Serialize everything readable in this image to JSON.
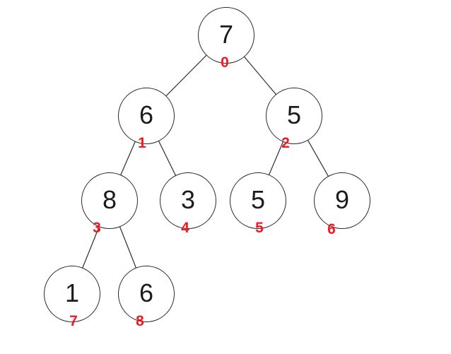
{
  "tree": {
    "type": "binary-tree-diagram",
    "background_color": "#ffffff",
    "node_fill_color": "#ffffff",
    "node_stroke_color": "#2b2b2b",
    "value_color": "#1c1c1c",
    "index_color": "#ed1c24",
    "nodes": [
      {
        "value": "7",
        "index": "0"
      },
      {
        "value": "6",
        "index": "1"
      },
      {
        "value": "5",
        "index": "2"
      },
      {
        "value": "8",
        "index": "3"
      },
      {
        "value": "3",
        "index": "4"
      },
      {
        "value": "5",
        "index": "5"
      },
      {
        "value": "9",
        "index": "6"
      },
      {
        "value": "1",
        "index": "7"
      },
      {
        "value": "6",
        "index": "8"
      }
    ],
    "edges": [
      {
        "from": "0",
        "to": "1"
      },
      {
        "from": "0",
        "to": "2"
      },
      {
        "from": "1",
        "to": "3"
      },
      {
        "from": "1",
        "to": "4"
      },
      {
        "from": "2",
        "to": "5"
      },
      {
        "from": "2",
        "to": "6"
      },
      {
        "from": "3",
        "to": "7"
      },
      {
        "from": "3",
        "to": "8"
      }
    ]
  }
}
